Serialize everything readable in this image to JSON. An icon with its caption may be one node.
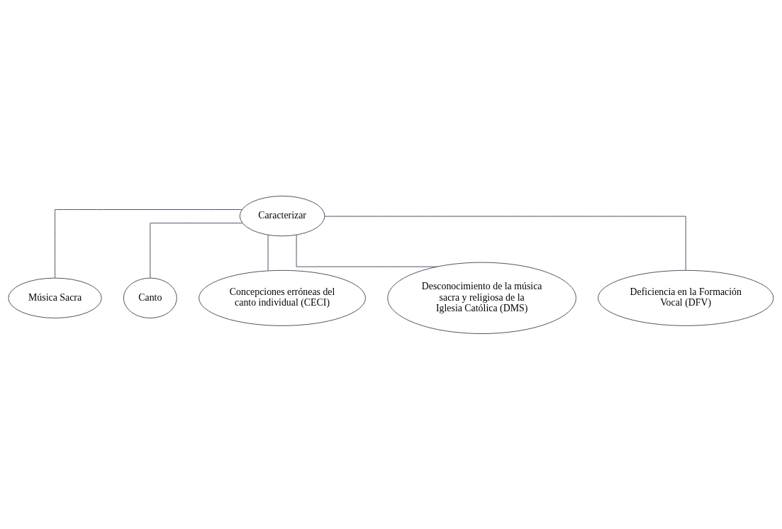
{
  "diagram": {
    "nodes": [
      {
        "text": [
          "Caracterizar"
        ]
      },
      {
        "text": [
          "Música Sacra"
        ]
      },
      {
        "text": [
          "Canto"
        ]
      },
      {
        "text": [
          "Concepciones erróneas del canto individual (CECI)"
        ]
      },
      {
        "text": [
          "Desconocimiento de la música sacra y religiosa de la Iglesia Católica (DMS)"
        ]
      },
      {
        "text": [
          "Deficiencia en la Formación Vocal (DFV)"
        ]
      }
    ],
    "edges": [
      {
        "from": 0,
        "to": 1,
        "arrow": "none"
      },
      {
        "from": 0,
        "to": 2,
        "arrow": "none"
      },
      {
        "from": 0,
        "to": 3,
        "arrow": "none"
      },
      {
        "from": 0,
        "to": 4,
        "arrow": "none"
      },
      {
        "from": 0,
        "to": 5,
        "arrow": "none"
      }
    ]
  }
}
